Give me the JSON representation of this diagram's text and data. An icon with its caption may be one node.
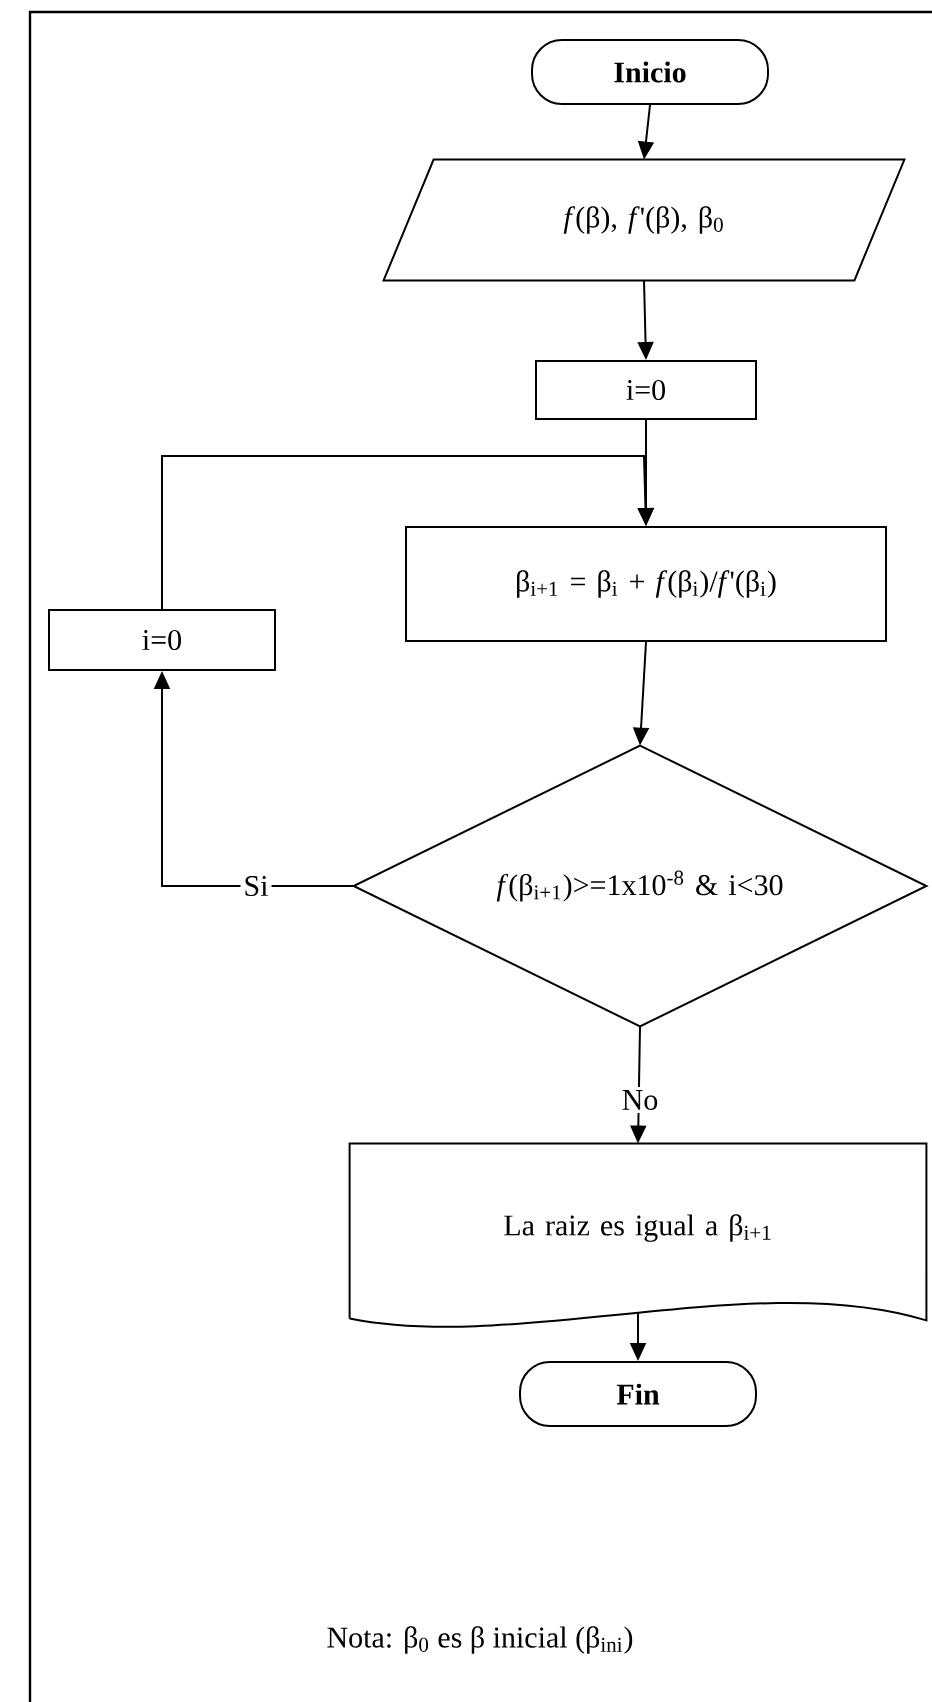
{
  "diagram": {
    "nodes": [
      {
        "text": [
          "Inicio"
        ]
      },
      {
        "text": [
          "*f*(β), *f*'(β), β$_{0}$"
        ]
      },
      {
        "text": [
          "i=0"
        ]
      },
      {
        "text": [
          "β$_{i+1}$ = β$_{i}$ + *f*(β$_{i}$)/*f*'(β$_{i}$)"
        ]
      },
      {
        "text": [
          "*f*(β$_{i+1}$)>=1x10$^{-8}$ & i<30"
        ]
      },
      {
        "text": [
          "i=0"
        ]
      },
      {
        "text": [
          "La raiz es igual a β$_{i+1}$"
        ]
      },
      {
        "text": [
          "Fin"
        ]
      }
    ],
    "edges": [
      {
        "from": 0,
        "to": 1,
        "arrow": "to"
      },
      {
        "from": 1,
        "to": 2,
        "arrow": "to"
      },
      {
        "from": 2,
        "to": 3,
        "arrow": "to"
      },
      {
        "from": 3,
        "to": 4,
        "arrow": "to"
      },
      {
        "from": 4,
        "to": 5,
        "arrow": "to",
        "label": "Si"
      },
      {
        "from": 5,
        "to": 3,
        "arrow": "to"
      },
      {
        "from": 4,
        "to": 6,
        "arrow": "to",
        "label": "No"
      },
      {
        "from": 6,
        "to": 7,
        "arrow": "to"
      }
    ],
    "labels": [
      "Nota: β$_{0}$ es β inicial (β$_{ini}$)"
    ]
  }
}
